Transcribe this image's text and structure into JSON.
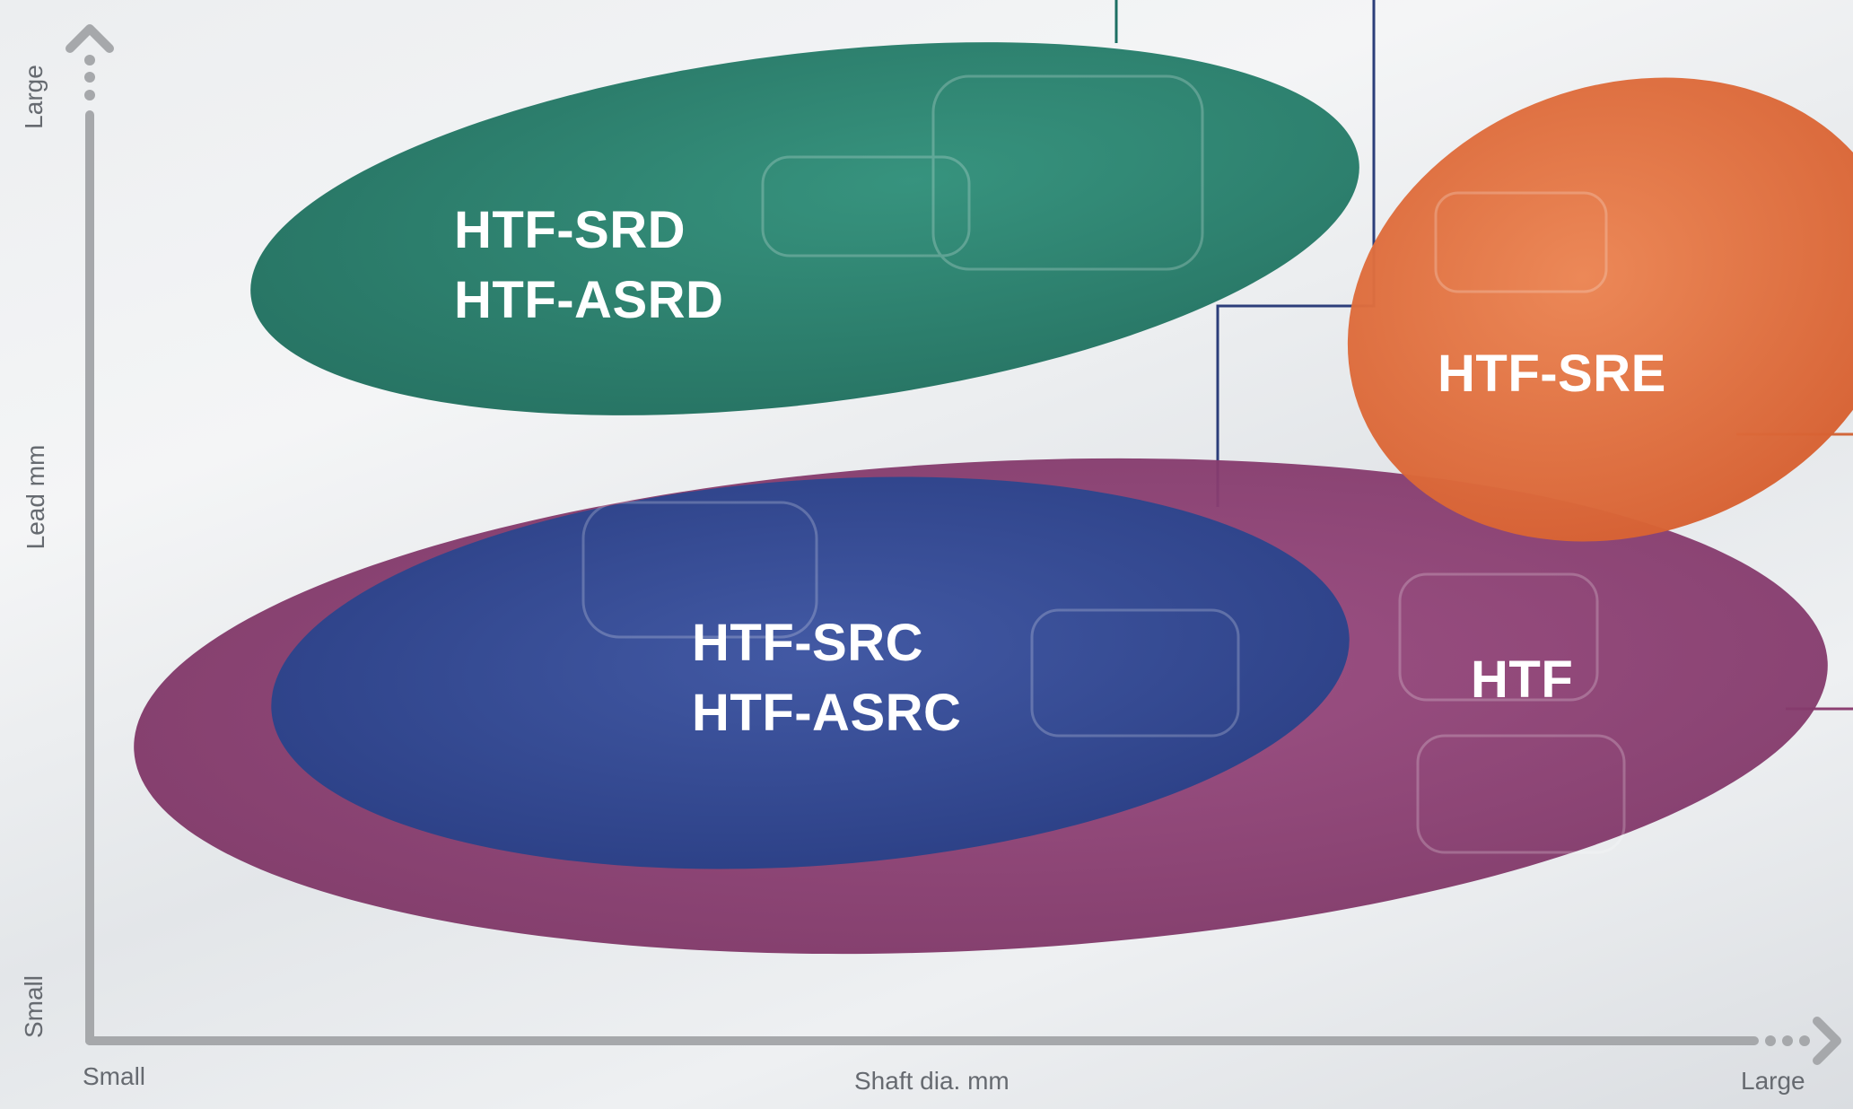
{
  "axes": {
    "y_label": "Lead mm",
    "y_low": "Small",
    "y_high": "Large",
    "x_label": "Shaft dia. mm",
    "x_low": "Small",
    "x_high": "Large"
  },
  "regions": [
    {
      "id": "htf",
      "lines": [
        "HTF"
      ],
      "color": "#8b3f72"
    },
    {
      "id": "htf-src",
      "lines": [
        "HTF-SRC",
        "HTF-ASRC"
      ],
      "color": "#2f4f9a"
    },
    {
      "id": "htf-srd",
      "lines": [
        "HTF-SRD",
        "HTF-ASRD"
      ],
      "color": "#26826e"
    },
    {
      "id": "htf-sre",
      "lines": [
        "HTF-SRE"
      ],
      "color": "#e0703f"
    }
  ],
  "colors": {
    "axis": "#a6a8ab",
    "connector_blue": "#2c3e7a",
    "connector_teal": "#1d6f63",
    "connector_orange": "#d2673a",
    "connector_purple": "#8b3f72"
  }
}
